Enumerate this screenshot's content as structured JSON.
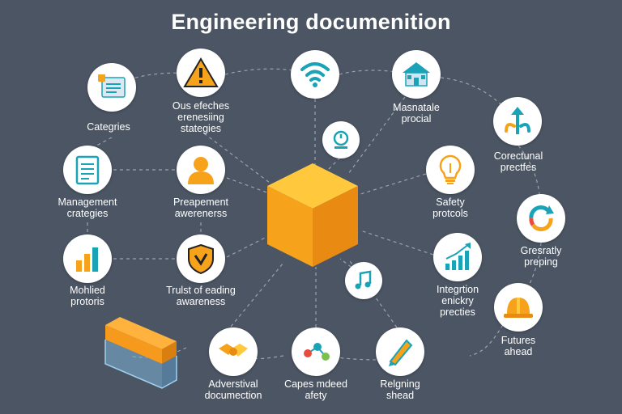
{
  "title": "Engineering documenition",
  "colors": {
    "background": "#4b5563",
    "cube_top": "#ffc83d",
    "cube_left": "#f7a21b",
    "cube_right": "#e98a12",
    "icon_teal": "#1aa3b6",
    "icon_orange": "#f7a21b",
    "connector": "#9aa3ad"
  },
  "nodes": {
    "categories": {
      "icon": "document-icon",
      "lines": [
        "Categries"
      ]
    },
    "warning": {
      "icon": "warning-icon",
      "lines": [
        "Ous efeches",
        "erenesiing",
        "stategies"
      ]
    },
    "wifi": {
      "icon": "wifi-icon",
      "lines": []
    },
    "house": {
      "icon": "house-icon",
      "lines": [
        "Masnatale",
        "procial"
      ]
    },
    "corrective": {
      "icon": "arrow-up-icon",
      "lines": [
        "Corectunal",
        "prectfes"
      ]
    },
    "management": {
      "icon": "clipboard-icon",
      "lines": [
        "Management",
        "crategies"
      ]
    },
    "person": {
      "icon": "person-icon",
      "lines": [
        "Preapement",
        "awerenerss"
      ]
    },
    "timer": {
      "icon": "timer-icon",
      "lines": []
    },
    "safety": {
      "icon": "lightbulb-icon",
      "lines": [
        "Safety",
        "protcols"
      ]
    },
    "greatly": {
      "icon": "refresh-icon",
      "lines": [
        "Gresratly",
        "preping"
      ]
    },
    "mohlied": {
      "icon": "bar-chart-icon",
      "lines": [
        "Mohlied",
        "protoris"
      ]
    },
    "trust": {
      "icon": "shield-icon",
      "lines": [
        "Trulst of eading",
        "awareness"
      ]
    },
    "music": {
      "icon": "music-note-icon",
      "lines": []
    },
    "integration": {
      "icon": "growth-chart-icon",
      "lines": [
        "Integrtion",
        "enickry",
        "precties"
      ]
    },
    "futures": {
      "icon": "hard-hat-icon",
      "lines": [
        "Futures",
        "ahead"
      ]
    },
    "adverstival": {
      "icon": "handshake-icon",
      "lines": [
        "Adverstival",
        "documection"
      ]
    },
    "capes": {
      "icon": "network-icon",
      "lines": [
        "Capes mdeed",
        "afety"
      ]
    },
    "relunning": {
      "icon": "pencil-icon",
      "lines": [
        "Relgning",
        "shead"
      ]
    }
  }
}
